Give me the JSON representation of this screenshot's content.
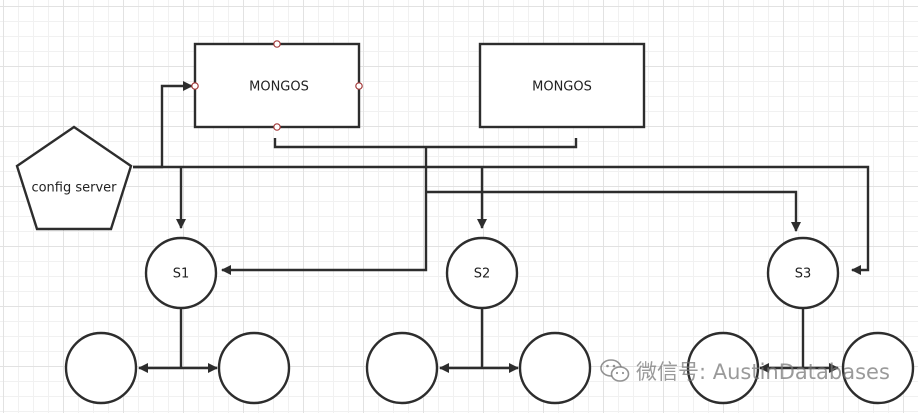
{
  "diagram": {
    "config_server": {
      "label": "config server"
    },
    "mongos": [
      {
        "label": "MONGOS"
      },
      {
        "label": "MONGOS"
      }
    ],
    "shards": [
      {
        "label": "S1"
      },
      {
        "label": "S2"
      },
      {
        "label": "S3"
      }
    ],
    "replicas_per_shard": 2
  },
  "colors": {
    "stroke": "#2d2d2d",
    "handle": "#a33a3a",
    "grid": "#e2e2e2"
  },
  "watermark": {
    "icon": "wechat-icon",
    "text": "微信号: AustinDatabases"
  }
}
